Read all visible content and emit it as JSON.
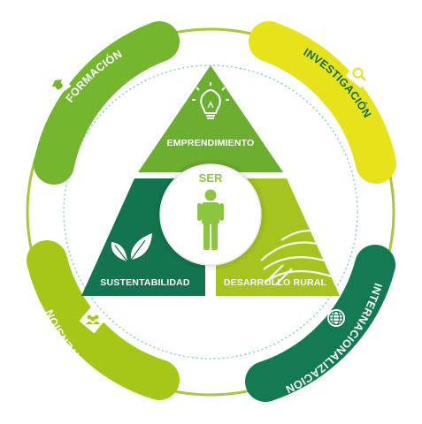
{
  "center": {
    "label": "SER",
    "icon": "person-icon"
  },
  "triangle": {
    "top": {
      "label": "EMPRENDIMIENTO",
      "icon": "lightbulb-icon",
      "color": "#6cae2f"
    },
    "left": {
      "label": "SUSTENTABILIDAD",
      "icon": "leaves-icon",
      "color": "#127550"
    },
    "right": {
      "label": "DESARROLLO RURAL",
      "icon": "field-icon",
      "color": "#a5c420"
    }
  },
  "ring": [
    {
      "label": "FORMACIÓN",
      "icon": "graduation-cap-icon",
      "color": "#74b72f",
      "text_color": "#ffffff"
    },
    {
      "label": "INVESTIGACIÓN",
      "icon": "magnifier-icon",
      "color": "#e8e21b",
      "text_color": "#0f6b45"
    },
    {
      "label": "EXTENSIÓN",
      "icon": "people-icon",
      "color": "#a5c718",
      "text_color": "#ffffff"
    },
    {
      "label": "INTERNACIONALIZACIÓN",
      "icon": "globe-icon",
      "color": "#137a52",
      "text_color": "#ffffff"
    }
  ],
  "colors": {
    "outer_ring": "#a6c83a",
    "dotted_ring": "#7ec6c8",
    "center_text": "#8cc63f"
  }
}
